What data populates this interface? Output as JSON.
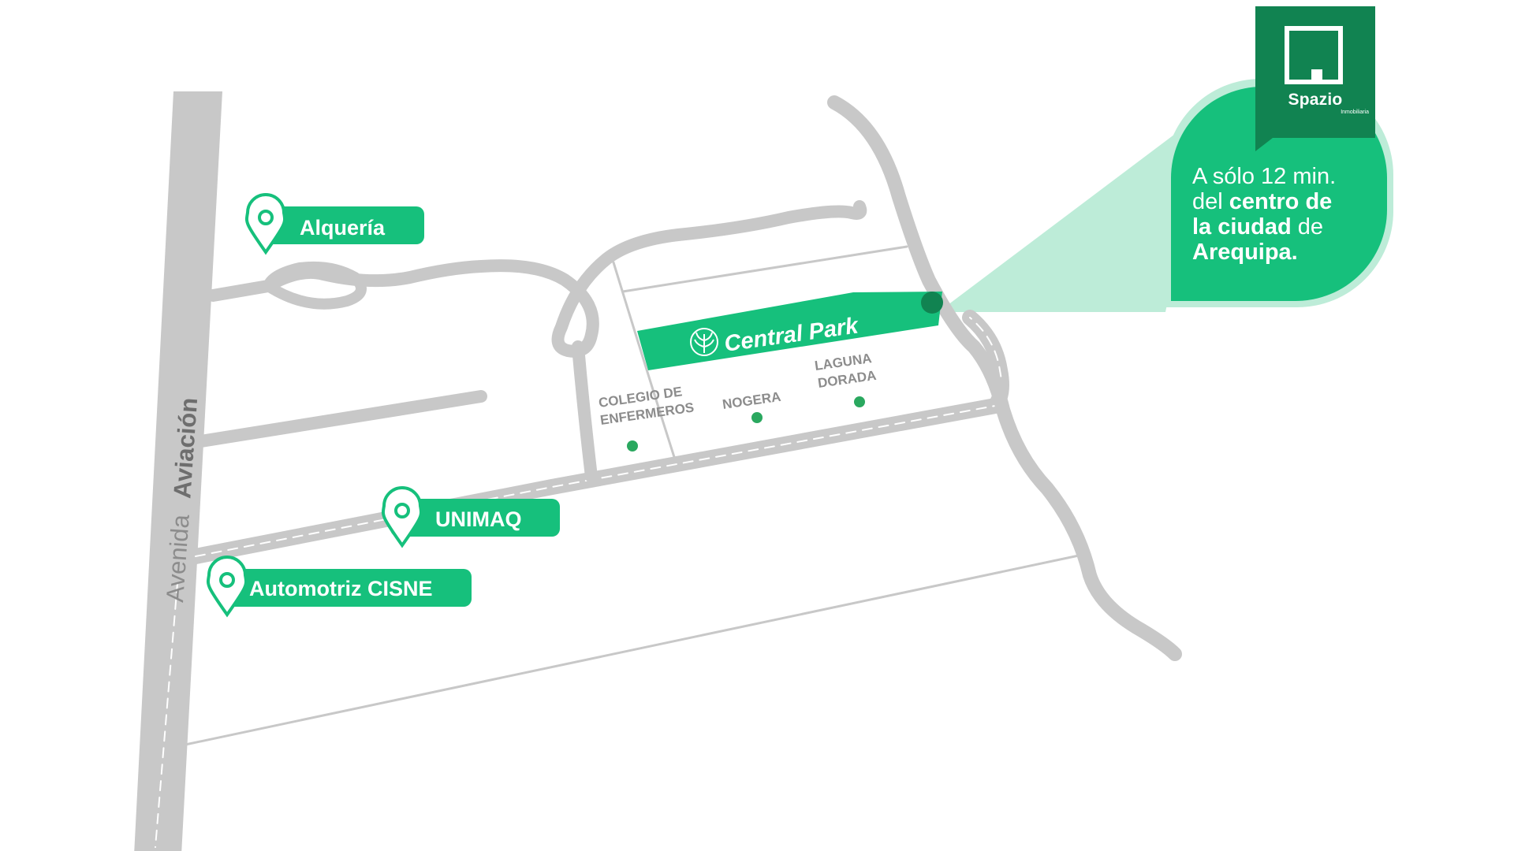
{
  "colors": {
    "road": "#c8c8c8",
    "brand_green": "#16c07c",
    "brand_dark": "#118351",
    "callout_light": "#bdecd8",
    "place_dot": "#2aa85f",
    "text_gray": "#8c8c8c"
  },
  "brand": {
    "name": "Spazio",
    "subtitle": "Inmobiliaria",
    "logo_icon": "square-frame-icon"
  },
  "callout": {
    "line1": "A sólo 12 min.",
    "line2_pre": "del ",
    "line2_bold": "centro de",
    "line3_bold": "la ciudad",
    "line3_post": " de",
    "line4_bold": "Arequipa."
  },
  "avenue": {
    "prefix": "Avenida",
    "name": "Aviación"
  },
  "project": {
    "name": "Central Park",
    "icon": "leaf-icon"
  },
  "pins": [
    {
      "label": "Alquería",
      "icon": "map-pin-icon"
    },
    {
      "label": "UNIMAQ",
      "icon": "map-pin-icon"
    },
    {
      "label": "Automotriz CISNE",
      "icon": "map-pin-icon"
    }
  ],
  "places": [
    {
      "line1": "COLEGIO DE",
      "line2": "ENFERMEROS"
    },
    {
      "line1": "NOGERA",
      "line2": ""
    },
    {
      "line1": "LAGUNA",
      "line2": "DORADA"
    }
  ]
}
